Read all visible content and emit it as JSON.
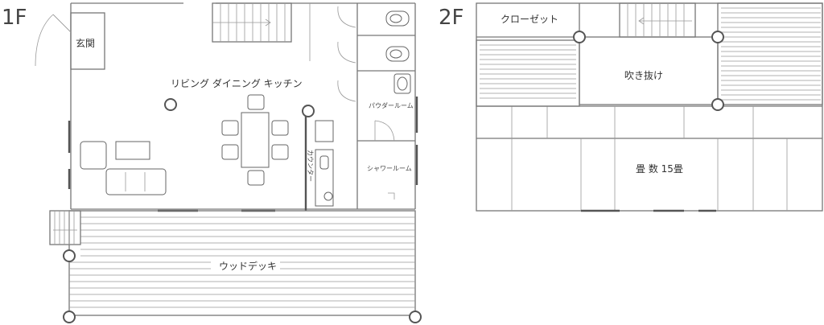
{
  "floor1": {
    "label": "1F",
    "rooms": {
      "entrance": "玄関",
      "ldk": "リビング  ダイニング  キッチン",
      "powder_room": "パウダールーム",
      "shower_room": "シャワールーム",
      "counter": "カウンター",
      "wood_deck": "ウッドデッキ"
    }
  },
  "floor2": {
    "label": "2F",
    "rooms": {
      "closet": "クローゼット",
      "void": "吹き抜け",
      "tatami": "畳 数 15畳"
    }
  }
}
